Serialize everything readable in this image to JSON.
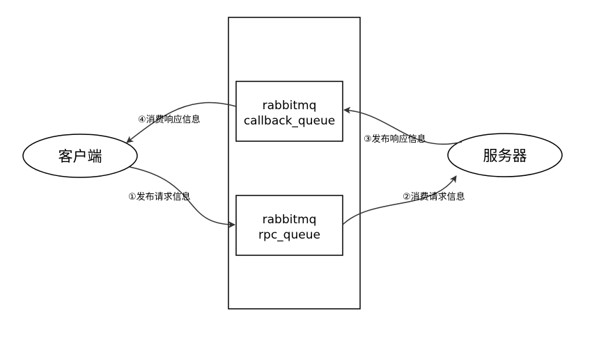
{
  "nodes": {
    "client": {
      "label": "客户端"
    },
    "server": {
      "label": "服务器"
    },
    "callback_queue": {
      "line1": "rabbitmq",
      "line2": "callback_queue"
    },
    "rpc_queue": {
      "line1": "rabbitmq",
      "line2": "rpc_queue"
    }
  },
  "edges": {
    "e1": {
      "label": "①发布请求信息"
    },
    "e2": {
      "label": "②消费请求信息"
    },
    "e3": {
      "label": "③发布响应信息"
    },
    "e4": {
      "label": "④消费响应信息"
    }
  },
  "colors": {
    "stroke": "#000000",
    "edge": "#333333",
    "background": "#ffffff"
  }
}
